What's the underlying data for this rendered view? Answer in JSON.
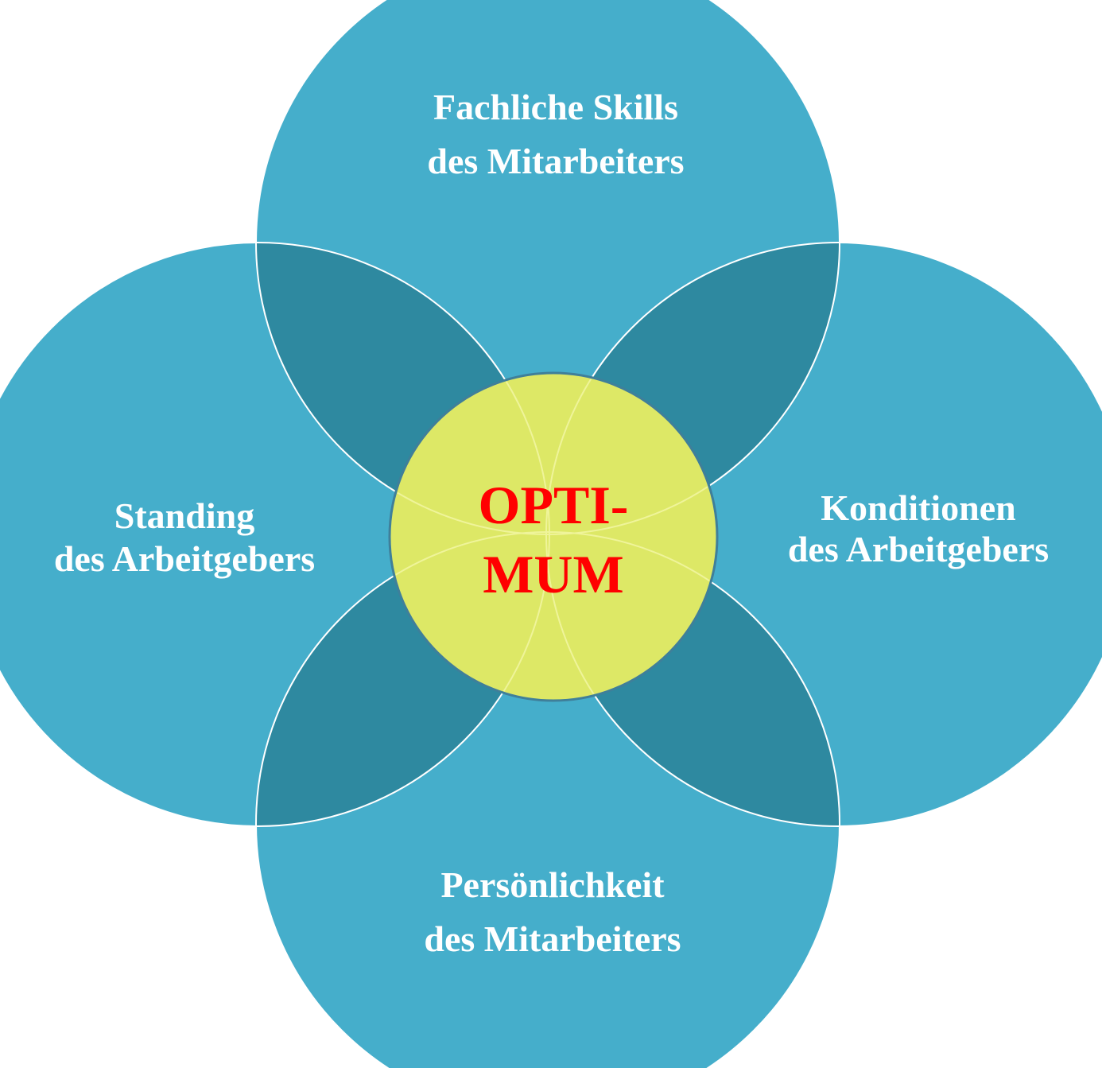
{
  "diagram": {
    "colors": {
      "circle_fill": "#45aecb",
      "overlap_fill": "#2e89a0",
      "outline": "#ffffff",
      "center_fill": "#dde866",
      "center_border": "#3f7f9a",
      "center_text": "#ff0000",
      "label_text": "#ffffff"
    },
    "circles": {
      "top": {
        "line1": "Fachliche Skills",
        "line2": "des Mitarbeiters"
      },
      "left": {
        "line1": "Standing",
        "line2": "des Arbeitgebers"
      },
      "right": {
        "line1": "Konditionen",
        "line2": "des Arbeitgebers"
      },
      "bottom": {
        "line1": "Persönlichkeit",
        "line2": "des Mitarbeiters"
      }
    },
    "center": {
      "line1": "OPTI-",
      "line2": "MUM"
    }
  }
}
